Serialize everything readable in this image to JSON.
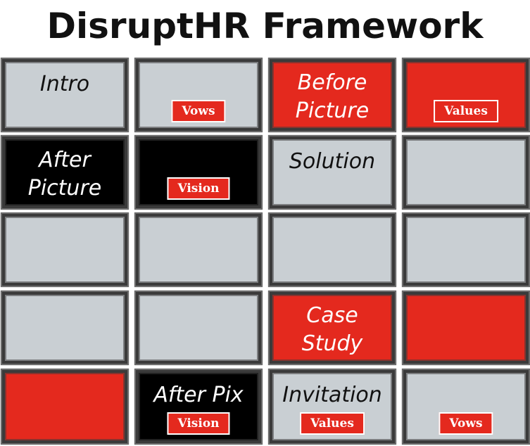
{
  "title": "DisruptHR Framework",
  "colors": {
    "gray": "#c9cfd3",
    "red": "#e4291e",
    "black": "#000000",
    "frame": "#3a3a3a"
  },
  "rows": [
    [
      {
        "color": "gray",
        "label": "Intro"
      },
      {
        "color": "gray",
        "badge": "Vows"
      },
      {
        "color": "red",
        "label": "Before Picture"
      },
      {
        "color": "red",
        "badge": "Values"
      }
    ],
    [
      {
        "color": "black",
        "label": "After Picture"
      },
      {
        "color": "black",
        "badge": "Vision"
      },
      {
        "color": "gray",
        "label": "Solution"
      },
      {
        "color": "gray"
      }
    ],
    [
      {
        "color": "gray"
      },
      {
        "color": "gray"
      },
      {
        "color": "gray"
      },
      {
        "color": "gray"
      }
    ],
    [
      {
        "color": "gray"
      },
      {
        "color": "gray"
      },
      {
        "color": "red",
        "label": "Case Study"
      },
      {
        "color": "red"
      }
    ],
    [
      {
        "color": "red"
      },
      {
        "color": "black",
        "label": "After Pix",
        "badge": "Vision"
      },
      {
        "color": "gray",
        "label": "Invitation",
        "badge": "Values"
      },
      {
        "color": "gray",
        "badge": "Vows"
      }
    ]
  ]
}
